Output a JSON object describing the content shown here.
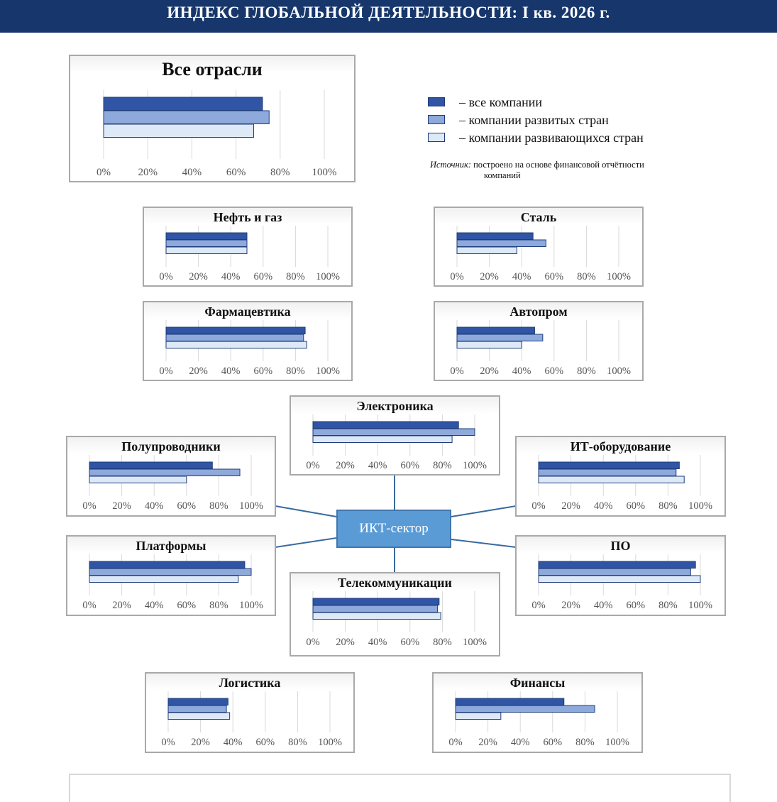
{
  "header": {
    "title": "ИНДЕКС ГЛОБАЛЬНОЙ ДЕЯТЕЛЬНОСТИ: I кв. 2026 г."
  },
  "legend": {
    "items": [
      {
        "label": "– все компании",
        "color": "#2f55a4"
      },
      {
        "label": "– компании развитых стран",
        "color": "#8ea9db"
      },
      {
        "label": "– компании развивающихся стран",
        "color": "#dde9f7"
      }
    ]
  },
  "source": {
    "prefix": "Источник:",
    "line1": "построено на основе финансовой отчётности",
    "line2": "компаний"
  },
  "ict": {
    "label": "ИКТ-сектор"
  },
  "colors": {
    "all": "#2f55a4",
    "developed": "#8ea9db",
    "developing": "#dde9f7",
    "border": "#1f3c7a",
    "grid": "#d9d9d9"
  },
  "chart_data": [
    {
      "type": "bar",
      "title": "Все отрасли",
      "values": [
        72,
        75,
        68
      ],
      "xlim": [
        0,
        100
      ],
      "ticks": [
        "0%",
        "20%",
        "40%",
        "60%",
        "80%",
        "100%"
      ],
      "grid": true
    },
    {
      "type": "bar",
      "title": "Нефть и газ",
      "values": [
        50,
        50,
        50
      ],
      "xlim": [
        0,
        100
      ],
      "ticks": [
        "0%",
        "20%",
        "40%",
        "60%",
        "80%",
        "100%"
      ],
      "grid": true
    },
    {
      "type": "bar",
      "title": "Сталь",
      "values": [
        47,
        55,
        37
      ],
      "xlim": [
        0,
        100
      ],
      "ticks": [
        "0%",
        "20%",
        "40%",
        "60%",
        "80%",
        "100%"
      ],
      "grid": true
    },
    {
      "type": "bar",
      "title": "Фармацевтика",
      "values": [
        86,
        85,
        87
      ],
      "xlim": [
        0,
        100
      ],
      "ticks": [
        "0%",
        "20%",
        "40%",
        "60%",
        "80%",
        "100%"
      ],
      "grid": true
    },
    {
      "type": "bar",
      "title": "Автопром",
      "values": [
        48,
        53,
        40
      ],
      "xlim": [
        0,
        100
      ],
      "ticks": [
        "0%",
        "20%",
        "40%",
        "60%",
        "80%",
        "100%"
      ],
      "grid": true
    },
    {
      "type": "bar",
      "title": "Электроника",
      "values": [
        90,
        100,
        86
      ],
      "xlim": [
        0,
        100
      ],
      "ticks": [
        "0%",
        "20%",
        "40%",
        "60%",
        "80%",
        "100%"
      ],
      "grid": true
    },
    {
      "type": "bar",
      "title": "Полупроводники",
      "values": [
        76,
        93,
        60
      ],
      "xlim": [
        0,
        100
      ],
      "ticks": [
        "0%",
        "20%",
        "40%",
        "60%",
        "80%",
        "100%"
      ],
      "grid": true
    },
    {
      "type": "bar",
      "title": "ИТ-оборудование",
      "values": [
        87,
        85,
        90
      ],
      "xlim": [
        0,
        100
      ],
      "ticks": [
        "0%",
        "20%",
        "40%",
        "60%",
        "80%",
        "100%"
      ],
      "grid": true
    },
    {
      "type": "bar",
      "title": "Платформы",
      "values": [
        96,
        100,
        92
      ],
      "xlim": [
        0,
        100
      ],
      "ticks": [
        "0%",
        "20%",
        "40%",
        "60%",
        "80%",
        "100%"
      ],
      "grid": true
    },
    {
      "type": "bar",
      "title": "ПО",
      "values": [
        97,
        94,
        100
      ],
      "xlim": [
        0,
        100
      ],
      "ticks": [
        "0%",
        "20%",
        "40%",
        "60%",
        "80%",
        "100%"
      ],
      "grid": true
    },
    {
      "type": "bar",
      "title": "Телекоммуникации",
      "values": [
        78,
        77,
        79
      ],
      "xlim": [
        0,
        100
      ],
      "ticks": [
        "0%",
        "20%",
        "40%",
        "60%",
        "80%",
        "100%"
      ],
      "grid": true
    },
    {
      "type": "bar",
      "title": "Логистика",
      "values": [
        37,
        36,
        38
      ],
      "xlim": [
        0,
        100
      ],
      "ticks": [
        "0%",
        "20%",
        "40%",
        "60%",
        "80%",
        "100%"
      ],
      "grid": true
    },
    {
      "type": "bar",
      "title": "Финансы",
      "values": [
        67,
        86,
        28
      ],
      "xlim": [
        0,
        100
      ],
      "ticks": [
        "0%",
        "20%",
        "40%",
        "60%",
        "80%",
        "100%"
      ],
      "grid": true
    }
  ]
}
